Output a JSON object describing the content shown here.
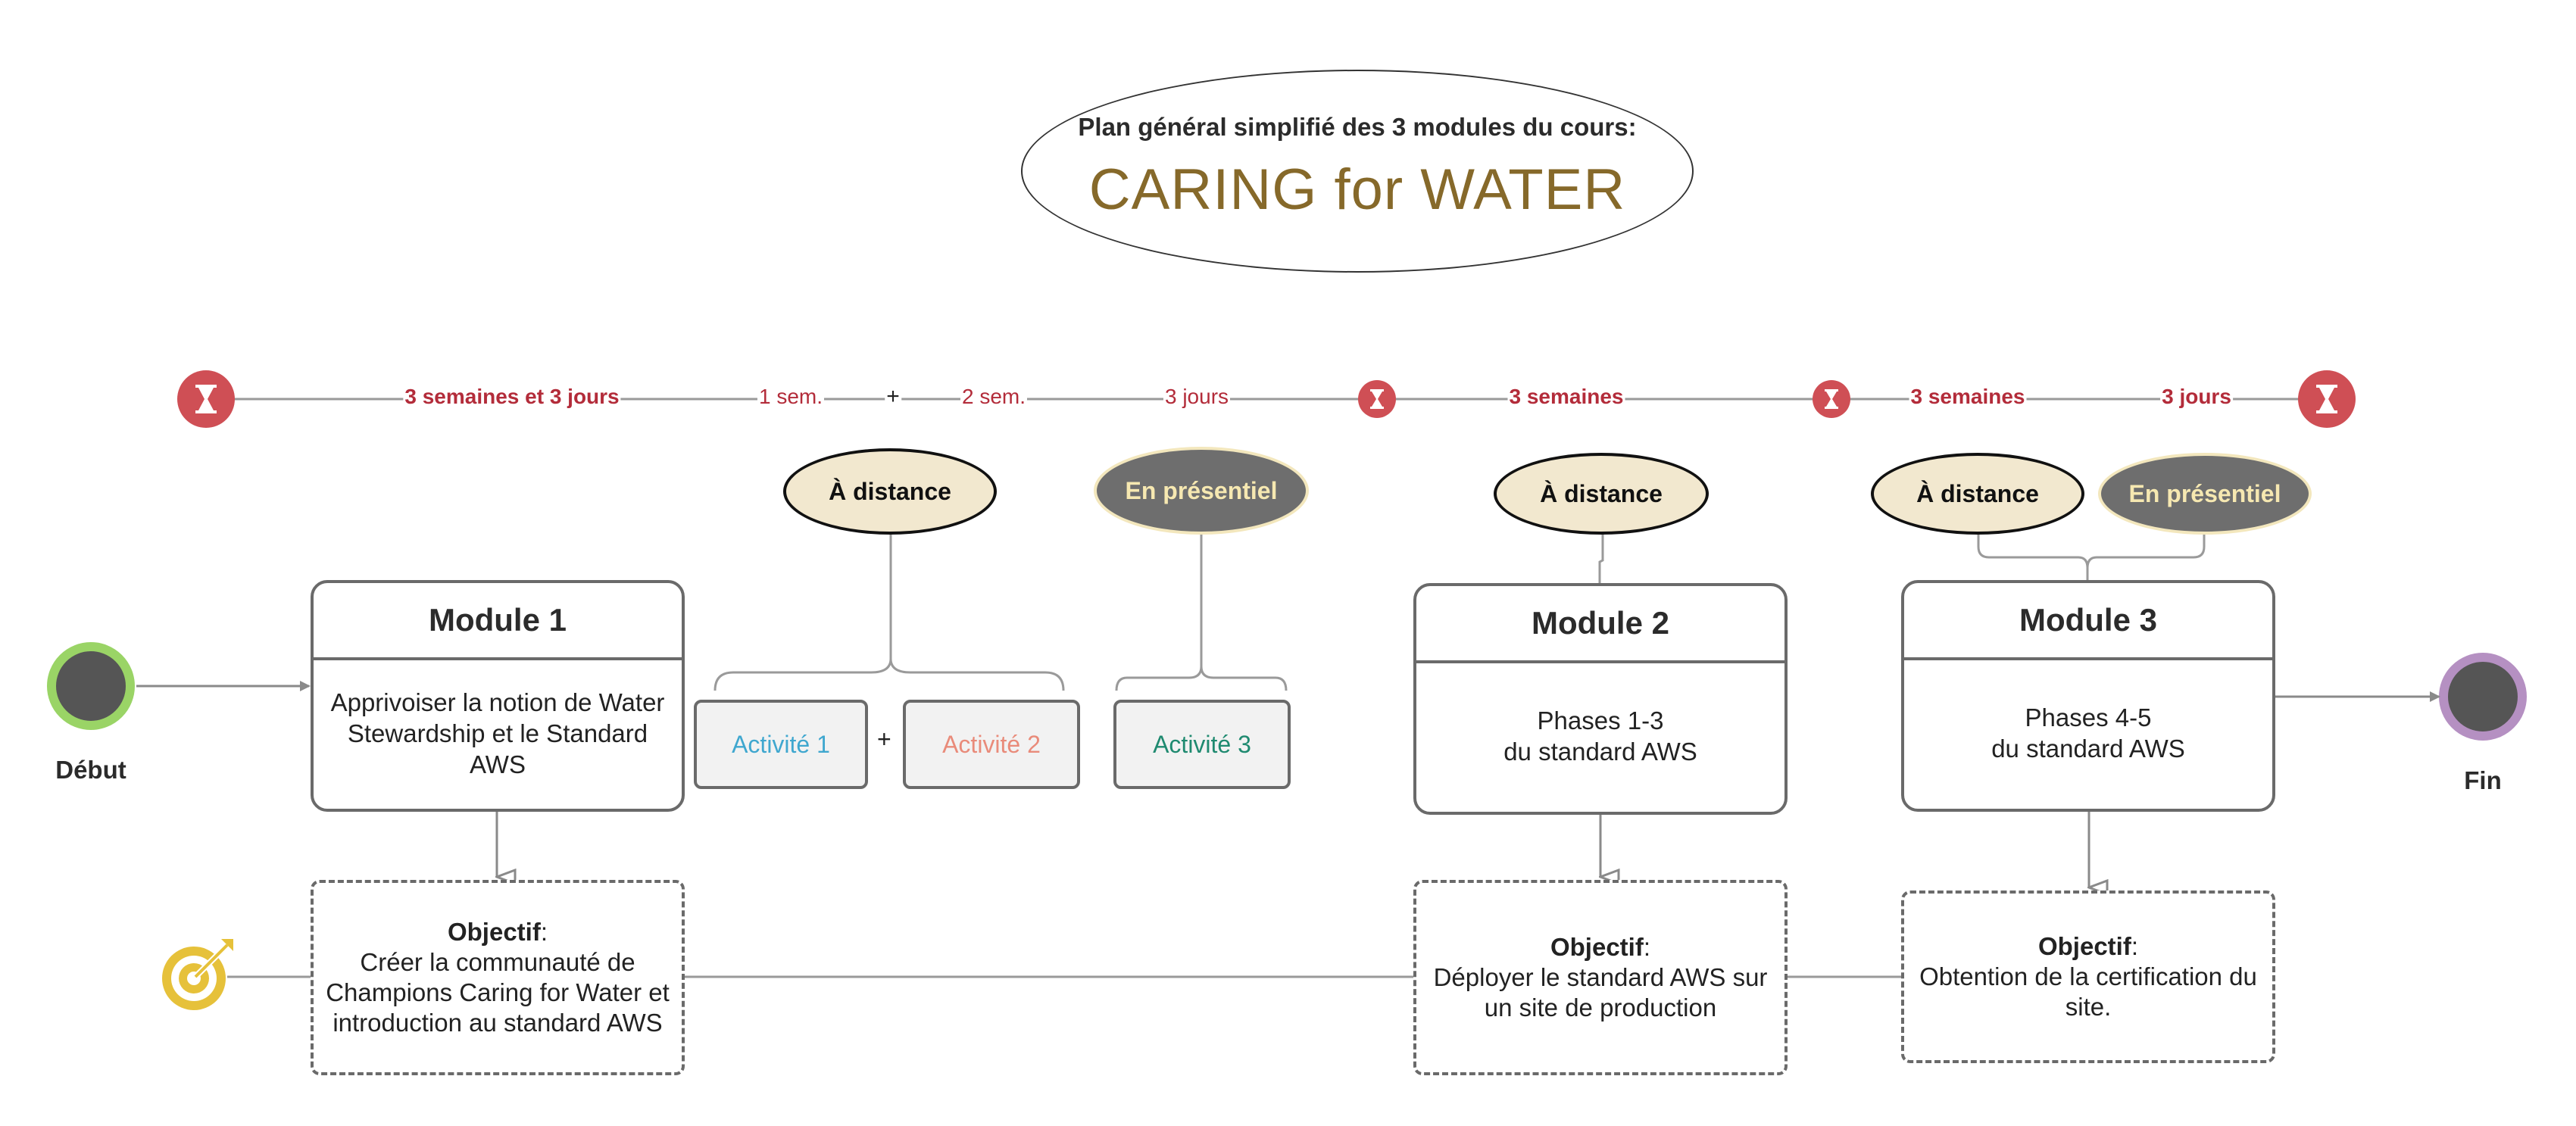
{
  "title": {
    "subtitle": "Plan général simplifié des 3 modules du cours:",
    "main": "CARING for WATER"
  },
  "timeline": {
    "seg_1": "3 semaines et 3 jours",
    "seg_2": "1 sem.",
    "plus": "+",
    "seg_3": "2 sem.",
    "seg_4": "3 jours",
    "seg_5": "3 semaines",
    "seg_6": "3 semaines",
    "seg_7": "3 jours"
  },
  "modes": {
    "m1_remote": "À distance",
    "m1_onsite": "En présentiel",
    "m2_remote": "À distance",
    "m3_remote": "À distance",
    "m3_onsite": "En présentiel"
  },
  "modules": [
    {
      "title": "Module 1",
      "body": "Apprivoiser la notion de Water Stewardship et le Standard AWS"
    },
    {
      "title": "Module 2",
      "body": "Phases 1-3\ndu standard AWS"
    },
    {
      "title": "Module 3",
      "body": "Phases 4-5\ndu standard AWS"
    }
  ],
  "activities": {
    "a1": "Activité 1",
    "plus": "+",
    "a2": "Activité 2",
    "a3": "Activité 3"
  },
  "objectives": {
    "label": "Objectif",
    "o1": "Créer la communauté de Champions Caring for Water et introduction au standard AWS",
    "o2": "Déployer le standard AWS sur un site de production",
    "o3": "Obtention de la certification du site."
  },
  "start_label": "Début",
  "end_label": "Fin",
  "colors": {
    "timeline_text": "#b32c3a",
    "hourglass_bg": "#cf4f55",
    "title_accent": "#86692a",
    "activity_1": "#3fa7cf",
    "activity_2": "#e98b7a",
    "activity_3": "#1f8a70",
    "start_ring": "#9ad466",
    "end_ring": "#b590c2",
    "node_fill": "#555555",
    "target_icon": "#e6c13a"
  },
  "icons": [
    "hourglass-icon",
    "target-icon"
  ]
}
